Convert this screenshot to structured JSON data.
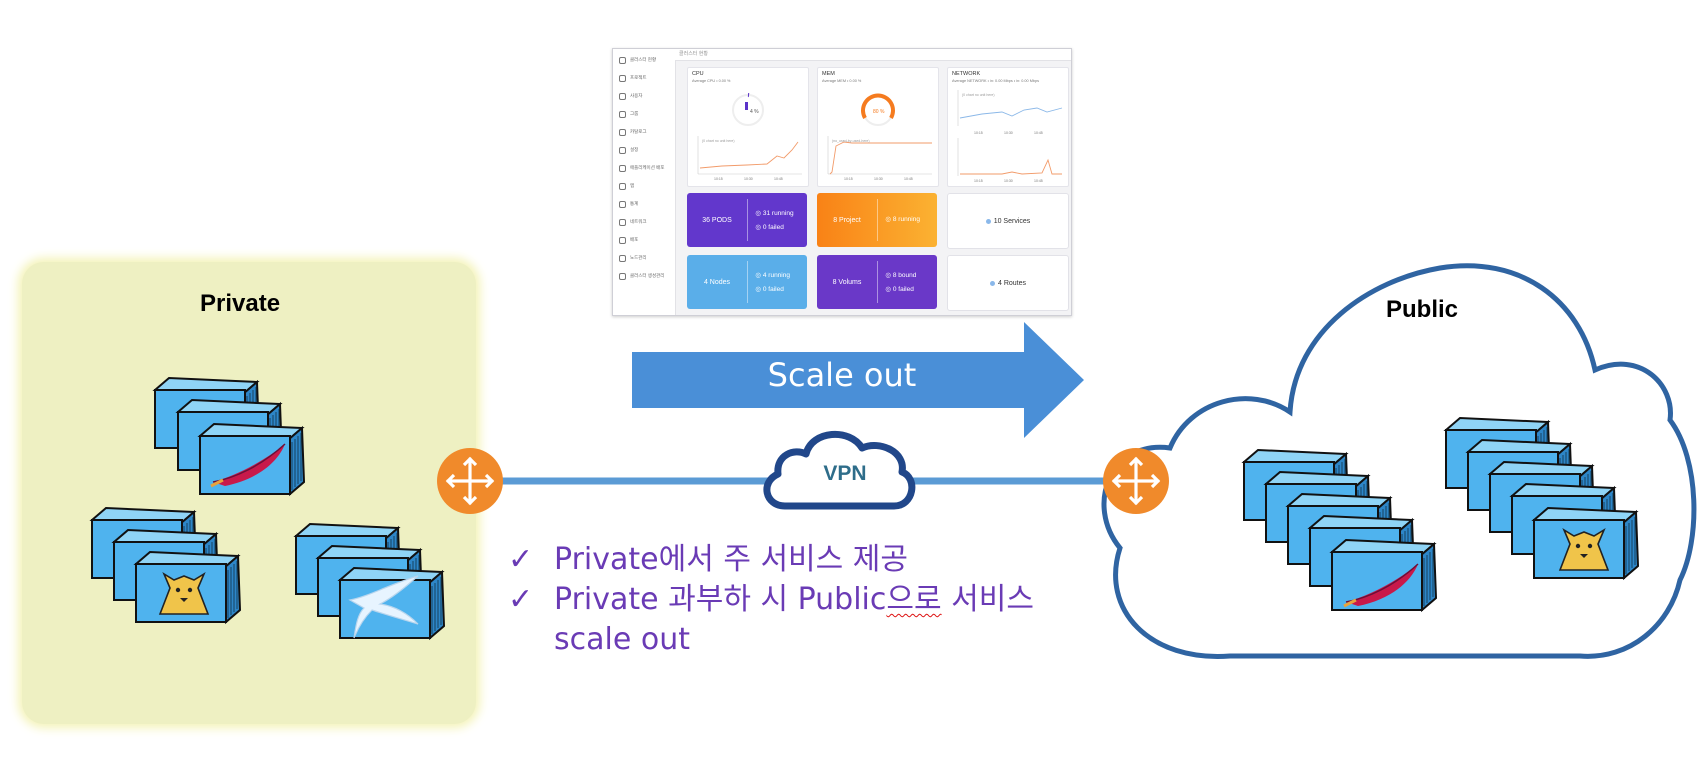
{
  "diagram": {
    "private_title": "Private",
    "public_title": "Public",
    "scale_out_label": "Scale out",
    "vpn_label": "VPN",
    "bullets": [
      {
        "check": "✓",
        "text": "Private에서 주 서비스 제공",
        "text_wavy": ""
      },
      {
        "check": "✓",
        "text": "Private 과부하 시 Public",
        "text_wavy": "으로",
        "text_after": " 서비스",
        "text_line2": "scale out"
      }
    ],
    "colors": {
      "private_bg": "#eef0c2",
      "arrow_blue": "#4a90d8",
      "router_orange": "#f08a2b",
      "cloud_stroke": "#2f64a2",
      "bullet_purple": "#6a3bb5",
      "server_blue": "#4fb3ee"
    },
    "icons": {
      "router": "router-arrows-icon",
      "server": "server-box-icon",
      "apache": "apache-feather-logo",
      "tomcat": "tomcat-cat-logo",
      "bird": "bird-logo"
    }
  },
  "dashboard": {
    "breadcrumb": "클러스터 현황",
    "sidebar": [
      "클러스터 현황",
      "프로젝트",
      "사용자",
      "그룹",
      "카탈로그",
      "설정",
      "애플리케이션 배포",
      "앱",
      "통계",
      "네트워크",
      "배포",
      "노드관리",
      "클러스터 생성관리"
    ],
    "panels": [
      {
        "title": "CPU",
        "subtitle": "Average CPU • 0.00 %",
        "gauge": "4 %",
        "chart_note": "(0 chart no unit here)"
      },
      {
        "title": "MEM",
        "subtitle": "Average MEM • 0.00 %",
        "gauge": "80 %",
        "chart_note": "(no_used-by-used-here)"
      },
      {
        "title": "NETWORK",
        "subtitle": "Average NETWORK • in: 0.00 Mbps • in: 0.00 Mbps",
        "chart_note": "(0 chart no unit here)"
      }
    ],
    "ticks": [
      "10:15",
      "10:30",
      "10:45"
    ],
    "tiles": [
      {
        "main": "36 PODS",
        "s1": "◎ 31 running",
        "s2": "◎ 0 failed",
        "color": "#6237cc"
      },
      {
        "main": "8 Project",
        "s1": "◎ 8 running",
        "s2": "",
        "color": "#f98c1b"
      },
      {
        "main": "10 Services"
      },
      {
        "main": "4 Nodes",
        "s1": "◎ 4 running",
        "s2": "◎ 0 failed",
        "color": "#5aaee9"
      },
      {
        "main": "8 Volums",
        "s1": "◎ 8 bound",
        "s2": "◎ 0 failed",
        "color": "#6a38c8"
      },
      {
        "main": "4 Routes"
      }
    ]
  }
}
